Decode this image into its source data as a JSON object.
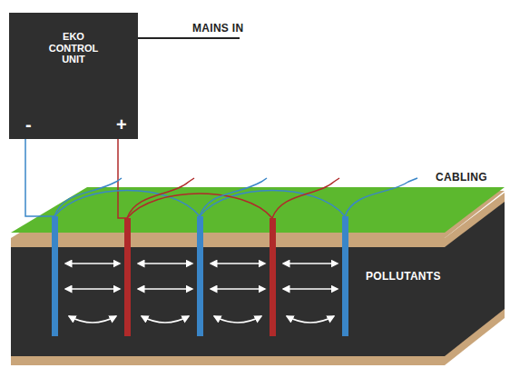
{
  "diagram": {
    "nodes": [
      {
        "text": [
          "EKO CONTROL UNIT",
          "-",
          "+"
        ]
      }
    ],
    "labels": [
      "MAINS IN",
      "CABLING",
      "POLLUTANTS"
    ]
  }
}
